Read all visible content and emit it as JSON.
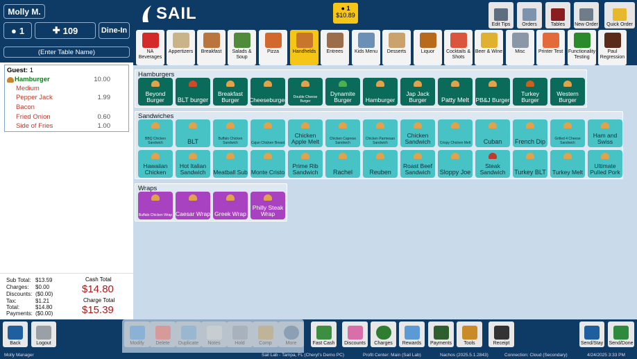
{
  "server": {
    "name": "Molly M.",
    "guests": "1",
    "table": "109",
    "mode": "Dine-In",
    "table_name_placeholder": "(Enter Table Name)"
  },
  "ticket": {
    "guest_label": "Guest:",
    "guest_num": "1",
    "lines": [
      {
        "name": "Hamburger",
        "price": "10.00",
        "main": true
      },
      {
        "name": "Medium",
        "price": ""
      },
      {
        "name": "Pepper Jack",
        "price": "1.99"
      },
      {
        "name": "Bacon",
        "price": ""
      },
      {
        "name": "Fried Onion",
        "price": "0.60"
      },
      {
        "name": "Side of Fries",
        "price": "1.00"
      }
    ]
  },
  "totals": {
    "labels": [
      "Sub Total:",
      "Charges:",
      "Discounts:",
      "Tax:",
      "Total:",
      "Payments:"
    ],
    "values": [
      "$13.59",
      "$0.00",
      "($0.00)",
      "$1.21",
      "$14.80",
      "($0.00)"
    ],
    "cash_label": "Cash Total",
    "cash_value": "$14.80",
    "charge_label": "Charge Total",
    "charge_value": "$15.39"
  },
  "app": {
    "logo": "SAIL",
    "guest_count": "1",
    "guest_total": "$10.89"
  },
  "top_buttons": [
    "Edit Tips",
    "Orders",
    "Tables",
    "New Order",
    "Quick Order"
  ],
  "categories": [
    {
      "label": "NA Beverages",
      "color": "#d42a2a"
    },
    {
      "label": "Appertizers",
      "color": "#c9b48a"
    },
    {
      "label": "Breakfast",
      "color": "#b9753c"
    },
    {
      "label": "Salads & Soup",
      "color": "#4f8b3a"
    },
    {
      "label": "Pizza",
      "color": "#d2682e"
    },
    {
      "label": "Handhelds",
      "color": "#c8762c"
    },
    {
      "label": "Entrees",
      "color": "#9b6d4a"
    },
    {
      "label": "Kids Menu",
      "color": "#6b8fb5"
    },
    {
      "label": "Desserts",
      "color": "#c9a36b"
    },
    {
      "label": "Liquor",
      "color": "#b86a1c"
    },
    {
      "label": "Cocktails & Shots",
      "color": "#d9553d"
    },
    {
      "label": "Beer & Wine",
      "color": "#e0b030"
    },
    {
      "label": "Misc",
      "color": "#8a97a6"
    },
    {
      "label": "Printer Test",
      "color": "#e36a3a"
    },
    {
      "label": "Functionality Testing",
      "color": "#2b8a2b"
    },
    {
      "label": "Paul Regression",
      "color": "#5a2a1a"
    }
  ],
  "groups": {
    "hamburgers": {
      "title": "Hamburgers",
      "items": [
        "Beyond Burger",
        "BLT burger",
        "Breakfast Burger",
        "Cheeseburger",
        "Double Cheese Burger",
        "Dynamite Burger",
        "Hamburger",
        "Jap Jack Burger",
        "Patty Melt",
        "PB&J Burger",
        "Turkey Burger",
        "Western Burger"
      ]
    },
    "sandwiches": {
      "title": "Sandwiches",
      "items": [
        "BBQ Chicken Sandwich",
        "BLT",
        "Buffalo Chicken Sandwich",
        "Cajun Chicken Breast",
        "Chicken Apple Melt",
        "Chicken Caprese Sandwich",
        "Chicken Parmesan Sandwich",
        "Chicken Sandwich",
        "Crispy Chicken Melt",
        "Cuban",
        "French Dip",
        "Grilled 4 Cheese Sandwich",
        "Ham and Swiss",
        "Hawaiian Chicken",
        "Hot Italian Sandwich",
        "Meatball Sub",
        "Monte Cristo",
        "Prime Rib Sandwich",
        "Rachel",
        "Reuben",
        "Roast Beef Sandwich",
        "Sloppy Joe",
        "Steak Sandwich",
        "Turkey BLT",
        "Turkey Melt",
        "Ultimate Pulled Pork"
      ]
    },
    "wraps": {
      "title": "Wraps",
      "items": [
        "Buffalo Chicken Wrap",
        "Caesar Wrap",
        "Greek Wrap",
        "Philly Steak Wrap"
      ]
    }
  },
  "bottom_left": [
    "Back",
    "Logout"
  ],
  "bottom_buttons": [
    {
      "label": "Modify",
      "enabled": false
    },
    {
      "label": "Delete",
      "enabled": false
    },
    {
      "label": "Duplicate",
      "enabled": false
    },
    {
      "label": "Notes",
      "enabled": false
    },
    {
      "label": "Hold",
      "enabled": false
    },
    {
      "label": "Comp",
      "enabled": false
    },
    {
      "label": "More",
      "enabled": false
    },
    {
      "label": "Fast Cash",
      "enabled": true
    },
    {
      "label": "Discounts",
      "enabled": true
    },
    {
      "label": "Charges",
      "enabled": true
    },
    {
      "label": "Rewards",
      "enabled": true
    },
    {
      "label": "Payments",
      "enabled": true
    },
    {
      "label": "Tools",
      "enabled": true
    },
    {
      "label": "Receipt",
      "enabled": true
    }
  ],
  "send_buttons": [
    "Send/Stay",
    "Send/Done"
  ],
  "status": {
    "user": "Molly Manager",
    "location": "Sail Lab - Tampa, FL (Cheryl's Demo PC)",
    "profit_center": "Profit Center: Main (Sail Lab)",
    "version": "Nachos (2025.5.1.2843)",
    "connection": "Connection: Cloud (Secondary)",
    "datetime": "4/24/2025 3:33 PM"
  }
}
